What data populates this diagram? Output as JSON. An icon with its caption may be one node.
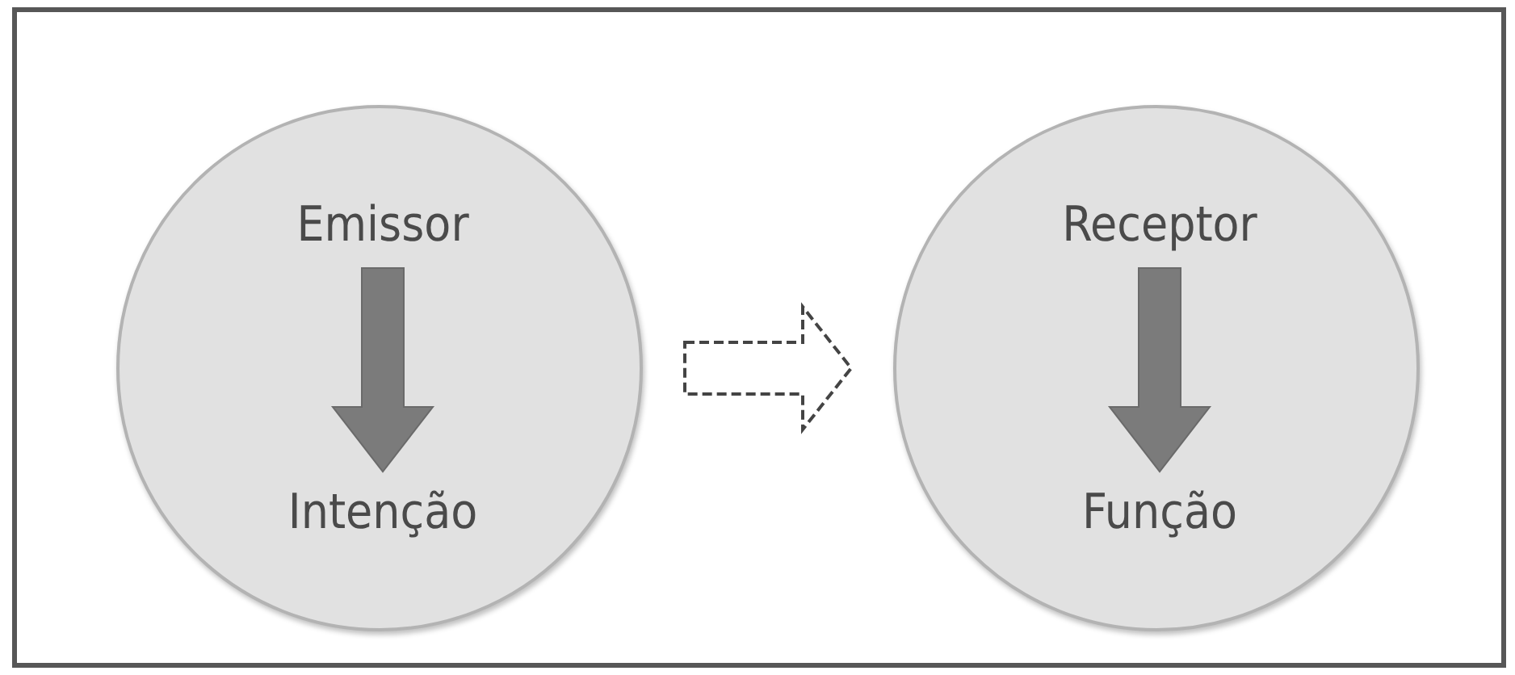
{
  "diagram": {
    "nodes": [
      {
        "text": [],
        "shape": "circle"
      },
      {
        "text": [
          "Emissor"
        ],
        "in": 0
      },
      {
        "text": [
          "Intenção"
        ],
        "in": 0
      },
      {
        "text": [],
        "shape": "circle"
      },
      {
        "text": [
          "Receptor"
        ],
        "in": 3
      },
      {
        "text": [
          "Função"
        ],
        "in": 3
      }
    ],
    "edges": [
      {
        "from": 1,
        "to": 2,
        "arrow": "to",
        "style": "thick"
      },
      {
        "from": 0,
        "to": 3,
        "arrow": "to",
        "style": "dashed",
        "color": "#444444"
      },
      {
        "from": 4,
        "to": 5,
        "arrow": "to",
        "style": "thick"
      }
    ]
  }
}
